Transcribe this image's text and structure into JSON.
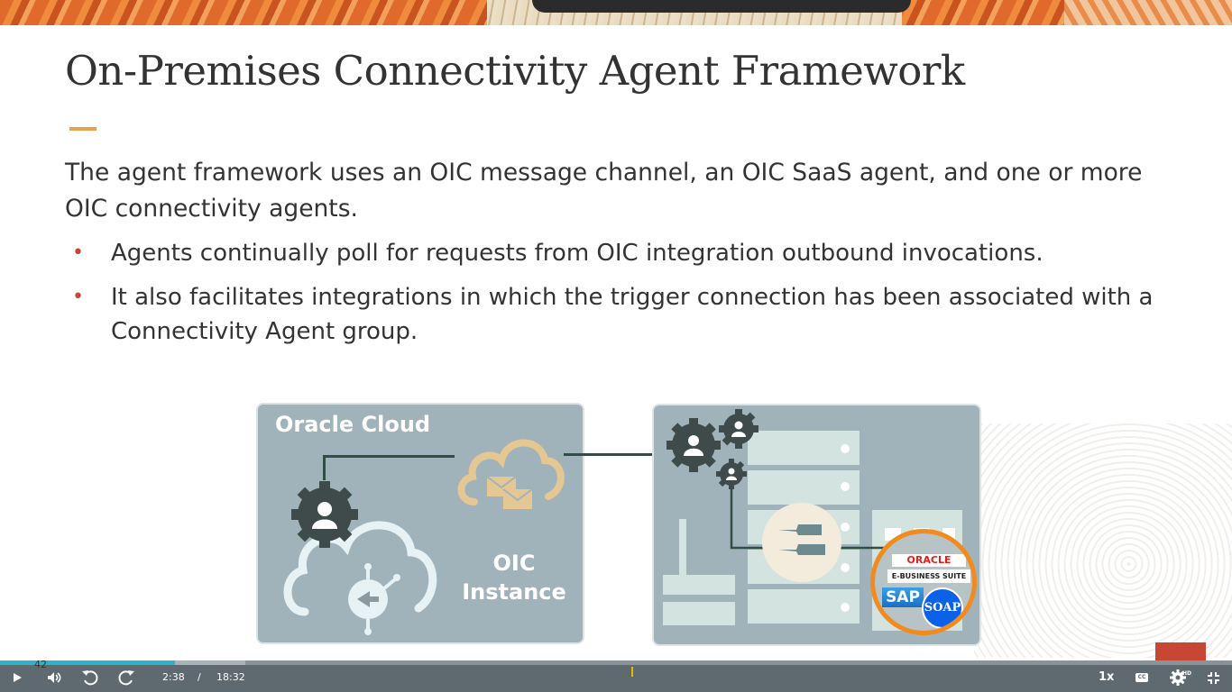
{
  "slide": {
    "title": "On-Premises Connectivity Agent Framework",
    "intro": "The agent framework uses an OIC message channel, an OIC SaaS agent, and one or more OIC connectivity agents.",
    "bullets": [
      "Agents continually poll for requests from OIC integration outbound invocations.",
      "It also facilitates integrations in which the trigger connection has been associated with a Connectivity Agent group."
    ],
    "bullet_glyph": "•"
  },
  "diagram": {
    "cloud_panel_title": "Oracle Cloud",
    "oic_label_line1": "OIC",
    "oic_label_line2": "Instance",
    "oracle_logo": "ORACLE",
    "ebs_label": "E-BUSINESS SUITE",
    "sap_label": "SAP",
    "soap_label": "SOAP"
  },
  "player": {
    "current_time": "2:38",
    "separator": "/",
    "duration": "18:32",
    "speed": "1x",
    "cc_label": "CC",
    "hd_badge": "HD",
    "hover_preview": "42",
    "played_fraction": 0.142,
    "icons": [
      "play-icon",
      "volume-icon",
      "rewind-icon",
      "forward-icon",
      "captions-icon",
      "settings-icon",
      "exit-fullscreen-icon"
    ]
  },
  "colors": {
    "title_accent": "#e8a24a",
    "bullet": "#c74634",
    "progress": "#2bb5c8",
    "panel": "#a0b3ba",
    "player_bar": "#5e6a70"
  }
}
